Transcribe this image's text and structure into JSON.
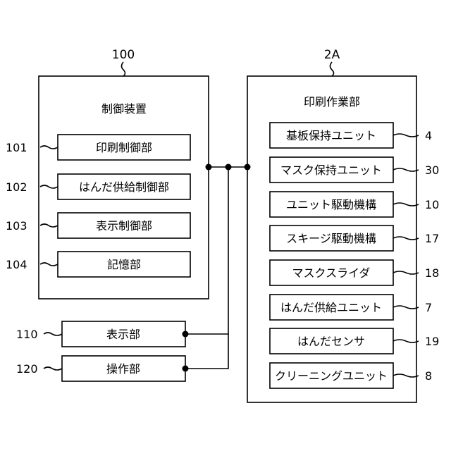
{
  "controller": {
    "ref": "100",
    "title": "制御装置",
    "blocks": [
      {
        "ref": "101",
        "label": "印刷制御部"
      },
      {
        "ref": "102",
        "label": "はんだ供給制御部"
      },
      {
        "ref": "103",
        "label": "表示制御部"
      },
      {
        "ref": "104",
        "label": "記憶部"
      }
    ]
  },
  "externals": [
    {
      "ref": "110",
      "label": "表示部"
    },
    {
      "ref": "120",
      "label": "操作部"
    }
  ],
  "print_unit": {
    "ref": "2A",
    "title": "印刷作業部",
    "blocks": [
      {
        "ref": "4",
        "label": "基板保持ユニット"
      },
      {
        "ref": "30",
        "label": "マスク保持ユニット"
      },
      {
        "ref": "10",
        "label": "ユニット駆動機構"
      },
      {
        "ref": "17",
        "label": "スキージ駆動機構"
      },
      {
        "ref": "18",
        "label": "マスクスライダ"
      },
      {
        "ref": "7",
        "label": "はんだ供給ユニット"
      },
      {
        "ref": "19",
        "label": "はんだセンサ"
      },
      {
        "ref": "8",
        "label": "クリーニングユニット"
      }
    ]
  }
}
